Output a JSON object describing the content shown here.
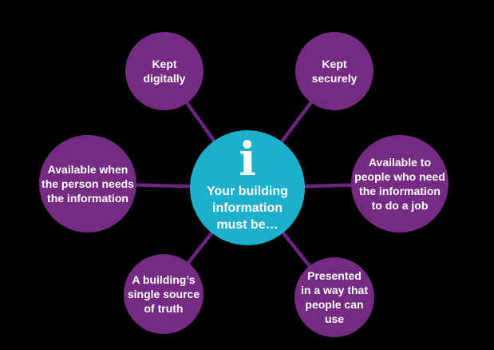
{
  "diagram": {
    "title": "Your building information must be…",
    "center": {
      "icon": "info",
      "icon_glyph": "i",
      "label": "Your building\ninformation\nmust be…"
    },
    "nodes": [
      {
        "id": "kept-digitally",
        "label": "Kept\ndigitally"
      },
      {
        "id": "kept-securely",
        "label": "Kept\nsecurely"
      },
      {
        "id": "available-when-needed",
        "label": "Available when\nthe person needs\nthe information"
      },
      {
        "id": "available-to-people",
        "label": "Available to\npeople who need\nthe information\nto do a job"
      },
      {
        "id": "single-source-of-truth",
        "label": "A building’s\nsingle source\nof truth"
      },
      {
        "id": "presented-usable",
        "label": "Presented\nin a way that\npeople can\nuse"
      }
    ],
    "colors": {
      "background": "#000000",
      "node_fill": "#752B81",
      "center_fill": "#1CB0CC",
      "connector": "#6B2580",
      "text": "#FFFFFF"
    }
  }
}
